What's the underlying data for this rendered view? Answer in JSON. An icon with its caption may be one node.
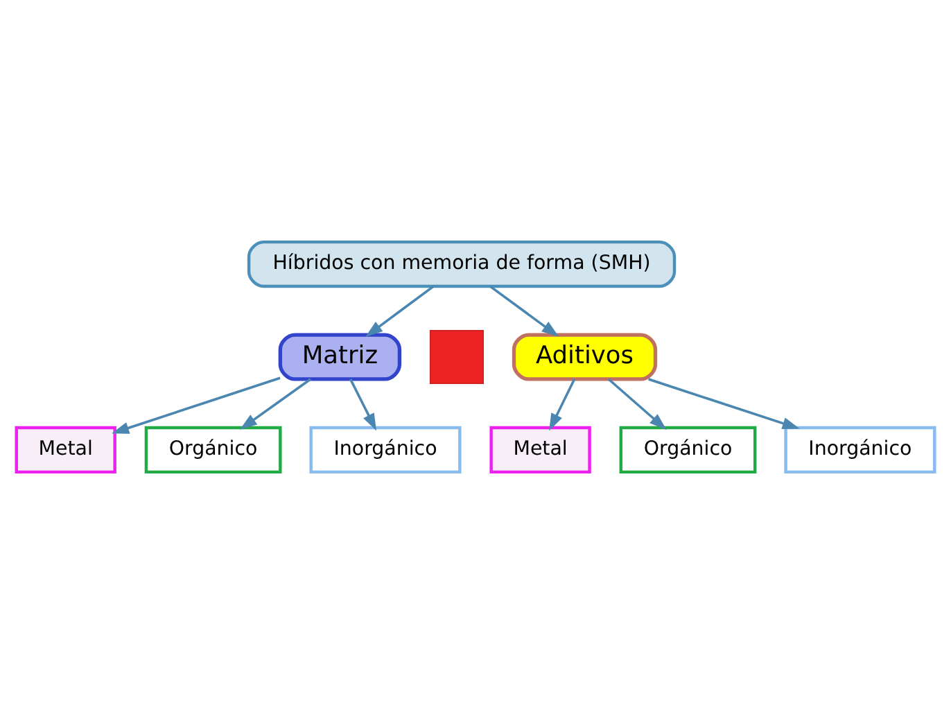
{
  "diagram": {
    "nodes": [
      {
        "text": [
          "Híbridos con memoria de forma (SMH)"
        ]
      },
      {
        "text": [
          "Matriz"
        ]
      },
      {
        "text": [],
        "shape": "plus"
      },
      {
        "text": [
          "Aditivos"
        ]
      },
      {
        "text": [
          "Metal"
        ]
      },
      {
        "text": [
          "Orgánico"
        ]
      },
      {
        "text": [
          "Inorgánico"
        ]
      },
      {
        "text": [
          "Metal"
        ]
      },
      {
        "text": [
          "Orgánico"
        ]
      },
      {
        "text": [
          "Inorgánico"
        ]
      }
    ],
    "edges": [
      {
        "from": 0,
        "to": 1,
        "arrow": "to"
      },
      {
        "from": 0,
        "to": 3,
        "arrow": "to"
      },
      {
        "from": 1,
        "to": 4,
        "arrow": "to"
      },
      {
        "from": 1,
        "to": 5,
        "arrow": "to"
      },
      {
        "from": 1,
        "to": 6,
        "arrow": "to"
      },
      {
        "from": 3,
        "to": 7,
        "arrow": "to"
      },
      {
        "from": 3,
        "to": 8,
        "arrow": "to"
      },
      {
        "from": 3,
        "to": 9,
        "arrow": "to"
      }
    ]
  }
}
